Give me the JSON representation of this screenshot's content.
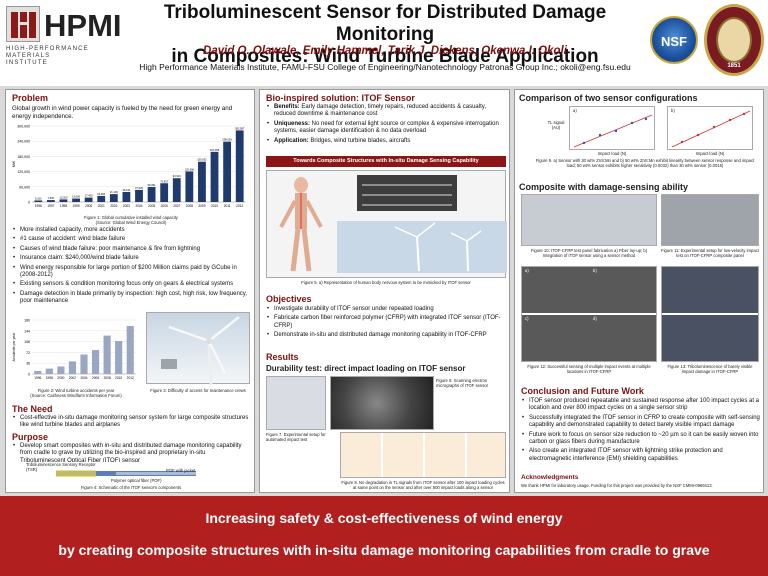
{
  "header": {
    "logo_word": "HPMI",
    "logo_sub": [
      "HIGH-PERFORMANCE",
      "MATERIALS",
      "INSTITUTE"
    ],
    "title_line1": "Triboluminescent Sensor for Distributed Damage Monitoring",
    "title_line2": "in Composites: Wind Turbine Blade Application",
    "authors": "David O. Olawale, Emily Hammel, Tarik J. Dickens, Okenwa I. Okoli",
    "affiliation": "High Performance Materials Institute, FAMU-FSU College of Engineering/Nanotechnology Patronas Group Inc.; okoli@eng.fsu.edu",
    "nsf_logo": "NSF",
    "fsu_year": "1851"
  },
  "problem": {
    "heading": "Problem",
    "intro": "Global growth in wind power capacity is fueled by the need for green energy and energy independence.",
    "fig1_caption": "Figure 1: Global cumulative installed wind capacity",
    "fig1_source": "(Source: Global Wind Energy Council)",
    "bullets": [
      "More installed capacity, more accidents",
      "#1 cause of accident: wind blade failure",
      "Causes of wind blade failure: poor maintenance & fire from lightning",
      "Insurance claim: $240,000/wind blade failure",
      "Wind energy responsible for large portion of $200 Million claims paid by GCube in (2008-2012)",
      "Existing sensors & condition monitoring focus only on gears & electrical systems",
      "Damage detection in blade primarily by inspection: high cost, high risk, low frequency, poor maintenance"
    ],
    "fig2_caption": "Figure 2: Wind turbine accidents per year",
    "fig2_source": "(Source: Caithness Windfarm Information Forum)",
    "fig3_caption": "Figure 3: Difficulty of access for maintenance crews"
  },
  "chart_data": [
    {
      "type": "bar",
      "title": "",
      "categories": [
        "1996",
        "1997",
        "1998",
        "1999",
        "2000",
        "2001",
        "2002",
        "2003",
        "2004",
        "2005",
        "2006",
        "2007",
        "2008",
        "2009",
        "2010",
        "2011",
        "2012"
      ],
      "values": [
        6100,
        7600,
        10200,
        13600,
        17400,
        23900,
        31100,
        39431,
        47620,
        59091,
        73957,
        93924,
        120696,
        159052,
        197956,
        238035,
        282587
      ],
      "ylabel": "MW",
      "ylim": [
        0,
        300000
      ],
      "color": "#1f3a6e"
    },
    {
      "type": "bar",
      "title": "",
      "categories": [
        "1996",
        "1998",
        "2000",
        "2002",
        "2004",
        "2006",
        "2008",
        "2010",
        "2012"
      ],
      "values": [
        10,
        18,
        25,
        42,
        65,
        80,
        128,
        110,
        160
      ],
      "ylabel": "Accidents per year",
      "ylim": [
        0,
        180
      ],
      "color": "#9aa7c4"
    }
  ],
  "need": {
    "heading": "The Need",
    "bullets": [
      "Cost-effective in-situ damage monitoring sensor system for large composite structures like wind turbine blades and airplanes"
    ]
  },
  "purpose": {
    "heading": "Purpose",
    "bullets": [
      "Develop smart composites with in-situ and distributed damage monitoring capability from cradle to grave by utilizing the bio-inspired and proprietary in-situ Triboluminescent Optical Fiber (ITOF) sensor"
    ],
    "label_receptor": "Triboluminescence Sensory Receptor (TSR)",
    "label_pof": "Polymer optical fiber (POF)",
    "label_jacket": "POF with jacket",
    "fig_caption": "Figure 4: Schematic of the ITOF sensor's components"
  },
  "bio": {
    "heading": "Bio-inspired solution: ITOF Sensor",
    "bullets": [
      {
        "lead": "Benefits:",
        "text": " Early damage detection, timely repairs, reduced accidents & casualty, reduced downtime & maintenance cost"
      },
      {
        "lead": "Uniqueness:",
        "text": " No need for external light source or complex & expensive interrogation systems, easier damage identification & no data overload"
      },
      {
        "lead": "Application:",
        "text": " Bridges, wind turbine blades, aircrafts"
      }
    ],
    "banner": "Towards Composite Structures with In-situ Damage Sensing Capability",
    "fig5_caption": "Figure 5. a) Representation of human body nervous system to be mimicked by ITOF sensor"
  },
  "objectives": {
    "heading": "Objectives",
    "bullets": [
      "Investigate durability of ITOF sensor under repeated loading",
      "Fabricate carbon fiber reinforced polymer (CFRP) with integrated ITOF sensor (ITOF-CFRP)",
      "Demonstrate in-situ and distributed damage monitoring capability in ITOF-CFRP"
    ]
  },
  "results": {
    "heading": "Results",
    "sub": "Durability test: direct impact loading on ITOF sensor",
    "fig6_caption": "Figure 6: Scanning electron micrographs of ITOF sensor",
    "fig7_caption": "Figure 7. Experimental setup for automated impact test",
    "fig8_caption": "Figure 8. No degradation in TL signals from ITOF sensor after 100 impact loading cycles at same point on the sensor and after over 800 impact loads along a sensor"
  },
  "comparison": {
    "heading": "Comparison of two sensor configurations",
    "xlabel_a": "Impact load (N)",
    "xlabel_b": "Impact load (N)",
    "ylabel": "TL signal (AU)",
    "panel_a": "a)",
    "panel_b": "b)",
    "fig9_caption": "Figure 9. a) Sensor with 30 wt% ZnS:Mn and b) 50 wt% ZnS:Mn exhibit linearity between sensor response and impact load; 50 wt% sensor exhibits higher sensitivity (0.0032) than 30 wt% sensor (0.0016)"
  },
  "composite": {
    "heading": "Composite with damage-sensing ability",
    "fig10_caption": "Figure 10: ITOF-CFRP test panel fabrication a) Fiber lay-up; b) Integration of ITOF sensor using a sensor method",
    "fig11_caption": "Figure 11: Experimental setup for low-velocity impact test on ITOF-CFRP composite panel",
    "fig12_caption": "Figure 12: Successful sensing of multiple impact events at multiple locations in ITOF-CFRP",
    "fig13_caption": "Figure 13: Triboluminescence of barely visible impact damage in ITOF-CFRP",
    "panels": [
      "a)",
      "b)",
      "c)",
      "d)"
    ]
  },
  "conclusion": {
    "heading": "Conclusion and Future Work",
    "bullets": [
      "ITOF sensor produced repeatable and sustained response after 100 impact cycles at a location and over 800 impact cycles on a single sensor strip",
      "Successfully integrated the ITOF sensor in CFRP to create composite with self-sensing capability and demonstrated capability to detect barely visible impact damage",
      "Future work to focus on sensor size reduction to ~20 µm so it can be easily woven into carbon or glass fibers during manufacture",
      "Also create an integrated ITOF sensor with lightning strike protection and electromagnetic interference (EMI) shielding capabilities"
    ],
    "ack_heading": "Acknowledgments",
    "ack_text": "We thank HPMI for laboratory usage. Funding for this project was provided by the NSF CMMI-0969413."
  },
  "footer": {
    "line1": "Increasing safety & cost-effectiveness of wind energy",
    "line2": "by creating composite structures with in-situ damage monitoring capabilities from cradle to grave"
  }
}
